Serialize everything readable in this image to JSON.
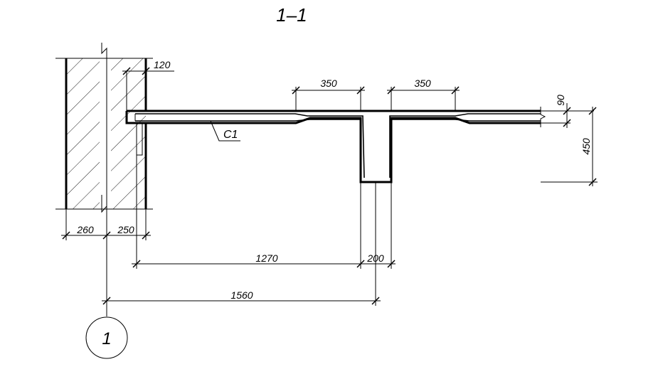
{
  "section": {
    "title": "1–1"
  },
  "dimensions": {
    "wall_thickness": "260",
    "wall_offset": "250",
    "slab_bearing": "120",
    "span_to_rib": "1270",
    "rib_width": "200",
    "axis_to_rib_center": "1560",
    "haunch_left": "350",
    "haunch_right": "350",
    "slab_thickness": "90",
    "rib_height": "450"
  },
  "labels": {
    "rebar_mark": "С1",
    "axis_number": "1"
  }
}
